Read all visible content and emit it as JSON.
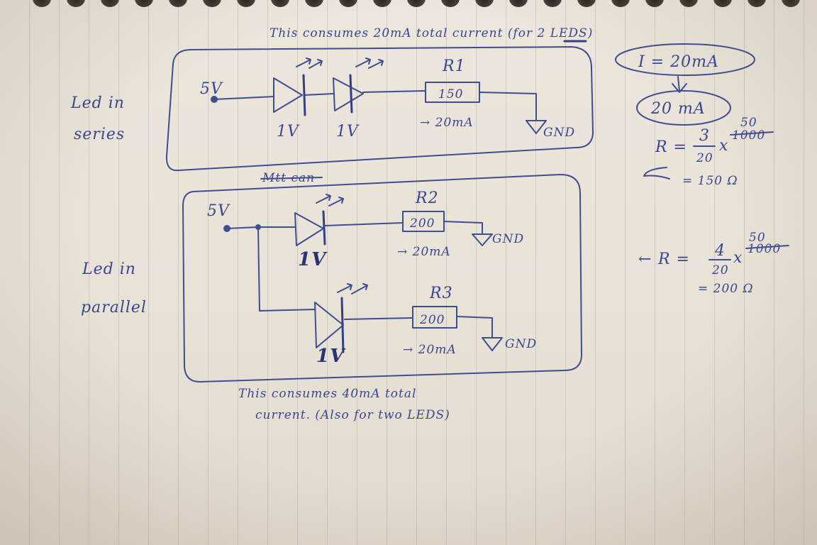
{
  "diagram": {
    "top_note": "This consumes 20mA total current (for 2 LEDS)",
    "bottom_note_line1": "This consumes 40mA total",
    "bottom_note_line2": "current. (Also for two LEDS)",
    "crossed_note": "Mtt can",
    "series": {
      "title_line1": "Led in",
      "title_line2": "series",
      "supply": "5V",
      "led1_drop": "1V",
      "led2_drop": "1V",
      "resistor_name": "R1",
      "resistor_value": "150",
      "current": "→ 20mA",
      "ground": "GND"
    },
    "parallel": {
      "title_line1": "Led in",
      "title_line2": "parallel",
      "supply": "5V",
      "led1_drop": "1V",
      "led2_drop": "1V",
      "r2_name": "R2",
      "r2_value": "200",
      "r3_name": "R3",
      "r3_value": "200",
      "current1": "→ 20mA",
      "current2": "→ 20mA",
      "ground1": "GND",
      "ground2": "GND"
    },
    "calc": {
      "current_label": "I = 20mA",
      "current_circled": "20 mA",
      "r_series_eq": "R =",
      "r_series_num": "3",
      "r_series_den": "20",
      "r_series_times": "x",
      "r_series_factor": "1000",
      "r_series_factor_corr": "50",
      "r_series_result": "= 150 Ω",
      "r_par_arrow": "←",
      "r_par_eq": "R =",
      "r_par_num": "4",
      "r_par_den": "20",
      "r_par_times": "x",
      "r_par_factor": "1000",
      "r_par_factor_corr": "50",
      "r_par_result": "= 200 Ω"
    }
  }
}
